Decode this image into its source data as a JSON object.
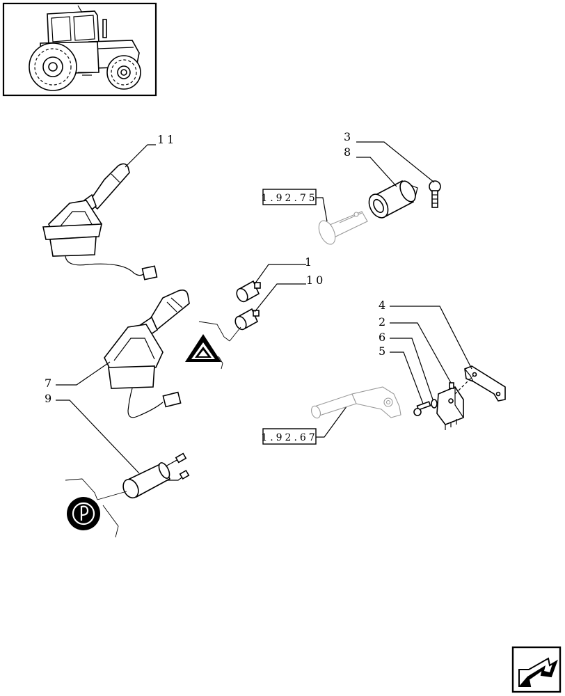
{
  "callouts": {
    "c11": "11",
    "c3": "3",
    "c8": "8",
    "c1": "1",
    "c10": "10",
    "c4": "4",
    "c2": "2",
    "c6": "6",
    "c5": "5",
    "c7": "7",
    "c9": "9"
  },
  "refs": {
    "ref_top": "1.92.75",
    "ref_bottom": "1.92.67"
  },
  "icons": {
    "thumbnail": "tractor-icon",
    "hazard": "hazard-warning-icon",
    "parking_brake": "parking-brake-icon",
    "nav_arrow": "next-page-arrow-icon"
  }
}
